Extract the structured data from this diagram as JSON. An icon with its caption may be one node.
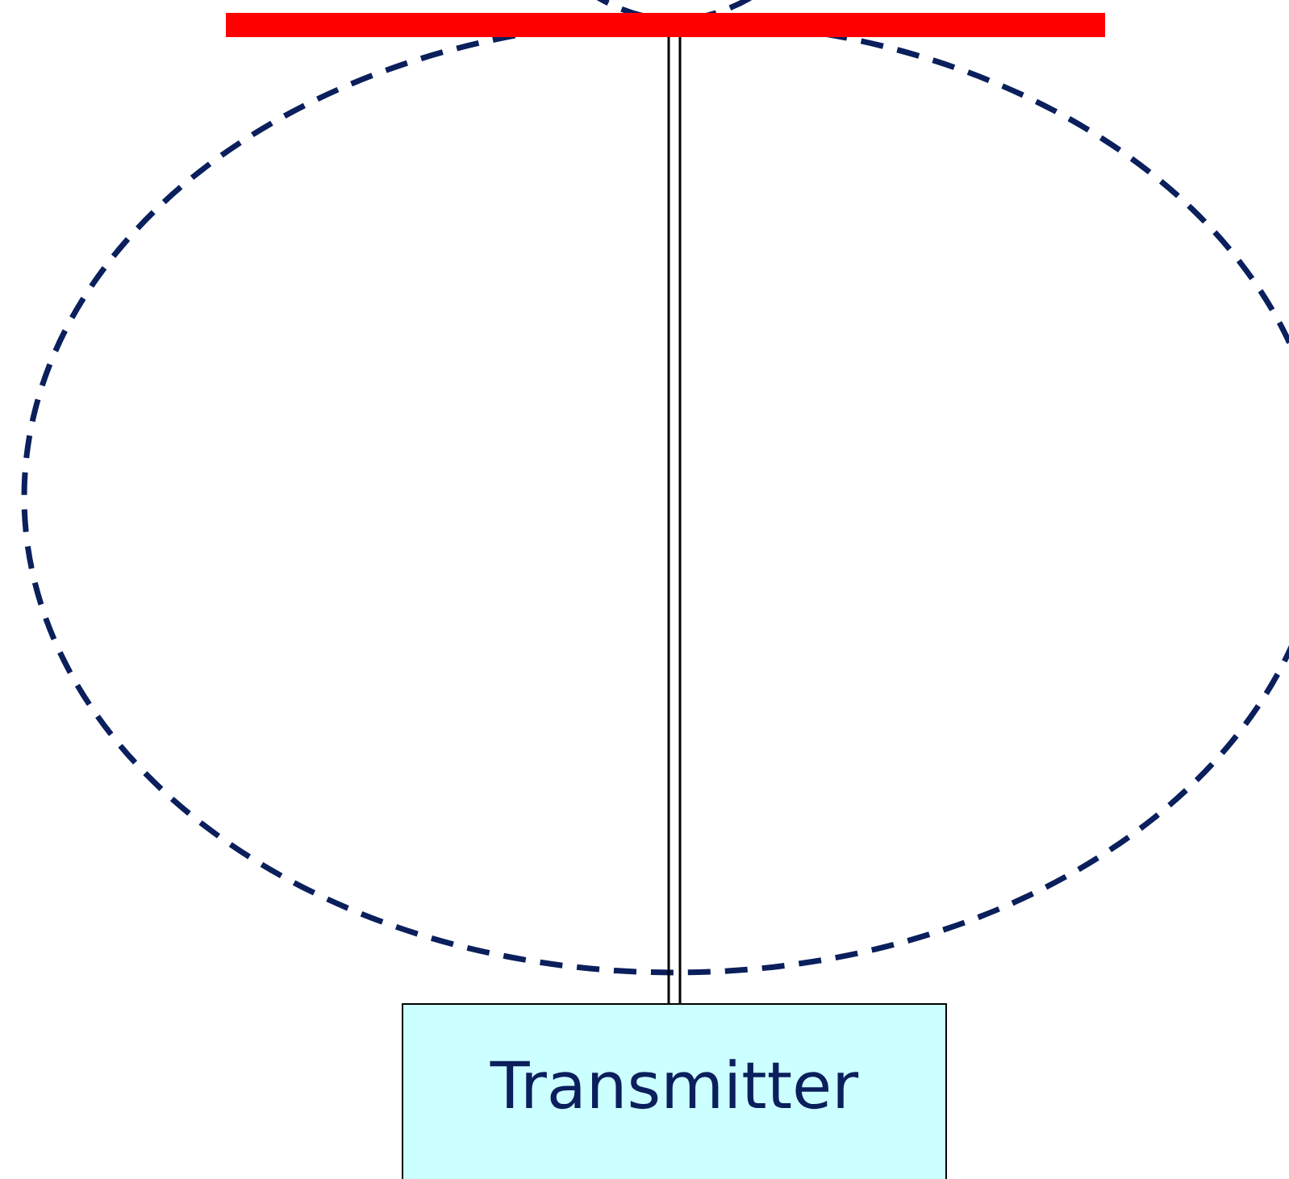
{
  "diagram": {
    "nodes": [
      {
        "text": [],
        "shape": "bar"
      },
      {
        "text": [
          "Transmitter"
        ]
      }
    ],
    "edges": [
      {
        "from": 1,
        "to": 0,
        "arrow": "none"
      }
    ]
  }
}
